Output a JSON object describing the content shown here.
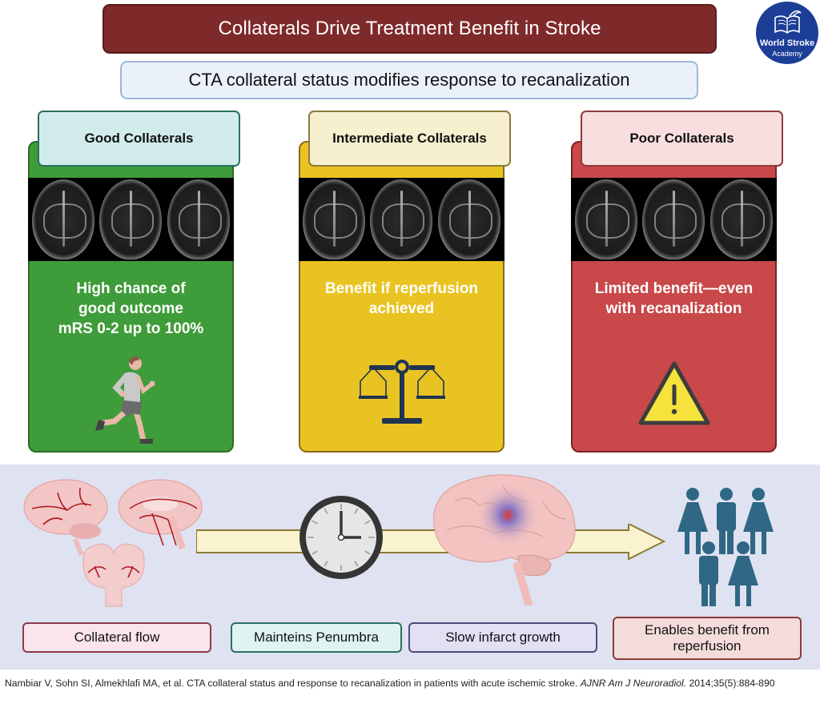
{
  "header": {
    "title": "Collaterals Drive Treatment Benefit in Stroke",
    "subtitle": "CTA collateral status modifies response to recanalization"
  },
  "logo": {
    "line1": "World Stroke",
    "line2": "Academy",
    "icon": "open-book-icon",
    "color": "#1d3e97"
  },
  "cards": [
    {
      "heading": "Good Collaterals",
      "outcome_lines": [
        "High chance of",
        "good outcome",
        "mRS 0-2 up to 100%"
      ],
      "icon": "running-person-icon",
      "color": "#3f9c3a"
    },
    {
      "heading": "Intermediate Collaterals",
      "outcome_lines": [
        "Benefit if reperfusion",
        "achieved"
      ],
      "icon": "balance-scale-icon",
      "color": "#e9c322"
    },
    {
      "heading": "Poor Collaterals",
      "outcome_lines": [
        "Limited benefit—even",
        "with recanalization"
      ],
      "icon": "warning-triangle-icon",
      "color": "#c9484a"
    }
  ],
  "flow": {
    "icons": [
      "brain-vasculature-icon",
      "clock-icon",
      "brain-infarct-icon",
      "people-group-icon"
    ],
    "labels": {
      "collateral_flow": "Collateral flow",
      "penumbra": "Mainteins Penumbra",
      "infarct": "Slow infarct growth",
      "benefit_line1": "Enables benefit from",
      "benefit_line2": "reperfusion"
    }
  },
  "citation": {
    "authors_title": "Nambiar V, Sohn SI, Almekhlafi MA, et al. CTA collateral status and response to recanalization in patients with acute ischemic stroke.",
    "journal": "AJNR Am J Neuroradiol.",
    "details": "2014;35(5):884-890"
  }
}
